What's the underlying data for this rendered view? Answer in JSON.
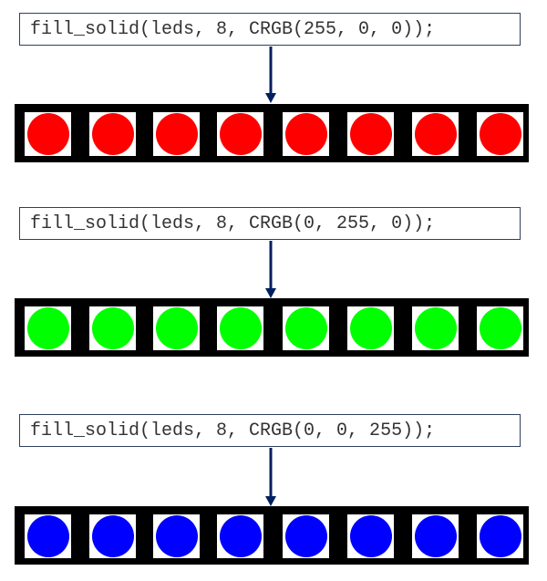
{
  "led_count": 8,
  "examples": [
    {
      "code": "fill_solid(leds, 8, CRGB(255, 0, 0));",
      "led_color": "#ff0000"
    },
    {
      "code": "fill_solid(leds, 8, CRGB(0, 255, 0));",
      "led_color": "#00ff00"
    },
    {
      "code": "fill_solid(leds, 8, CRGB(0, 0, 255));",
      "led_color": "#0000ff"
    }
  ],
  "colors": {
    "arrow": "#002060",
    "strip": "#000000",
    "box_border": "#2f3f5e"
  }
}
